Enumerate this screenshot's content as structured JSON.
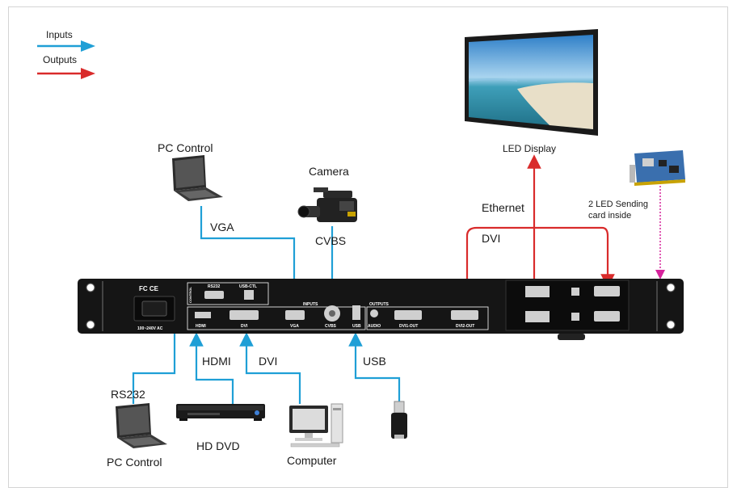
{
  "legend": {
    "inputs_label": "Inputs",
    "outputs_label": "Outputs",
    "input_color": "#1f9fd6",
    "output_color": "#d92b2b"
  },
  "labels": {
    "pc_control_top": "PC Control",
    "vga": "VGA",
    "camera": "Camera",
    "cvbs": "CVBS",
    "led_display": "LED  Display",
    "ethernet": "Ethernet",
    "dvi_out": "DVI",
    "sending_card_line1": "2 LED Sending",
    "sending_card_line2": "card inside",
    "rs232": "RS232",
    "hdmi": "HDMI",
    "dvi_in": "DVI",
    "usb": "USB",
    "hd_dvd": "HD DVD",
    "pc_control_bottom": "PC Control",
    "computer": "Computer"
  },
  "panel": {
    "fc_ce": "FC CE",
    "power_rating": "100~240V AC",
    "control_label": "CONTROL",
    "rs232_port": "RS232",
    "usb_ctl_port": "USB-CTL",
    "inputs_header": "INPUTS",
    "outputs_header": "OUTPUTS",
    "hdmi_port": "HDMI",
    "dvi_port": "DVI",
    "vga_port": "VGA",
    "cvbs_port": "CVBS",
    "usb_port": "USB",
    "audio_port": "AUDIO",
    "dvi1_out_port": "DVI1-OUT",
    "dvi2_out_port": "DVI2-OUT"
  },
  "icons": {
    "pc_top": "laptop-icon",
    "camera": "camcorder-icon",
    "led": "led-display-icon",
    "card": "sending-card-icon",
    "pc_bottom": "laptop-icon",
    "dvd": "dvd-player-icon",
    "computer": "desktop-computer-icon",
    "usb": "usb-drive-icon"
  }
}
